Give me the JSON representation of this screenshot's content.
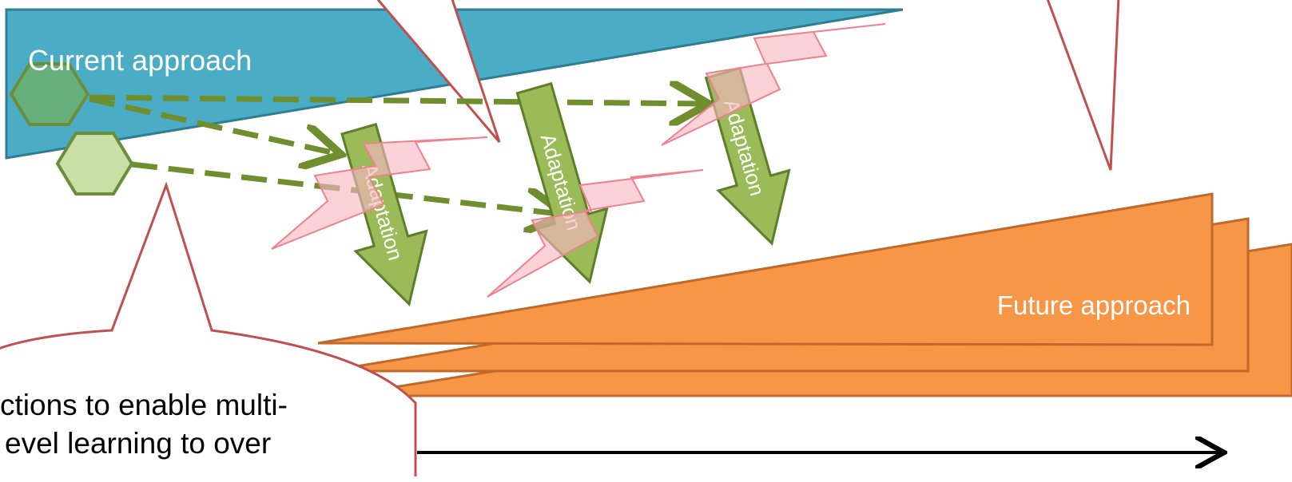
{
  "labels": {
    "current_approach": "Current approach",
    "future_approach": "Future approach",
    "adaptation": "Adaptation",
    "callout_line1": "ctions to enable multi-",
    "callout_line2": "evel learning to over"
  },
  "colors": {
    "current_fill": "#4BACC6",
    "current_stroke": "#2E7D93",
    "future_fill": "#F79646",
    "future_stroke": "#C0692A",
    "hex_dark_fill": "#6AAF72",
    "hex_light_fill": "#C9DFA6",
    "hex_stroke": "#6A8F3A",
    "dash_arrow": "#6F8F2E",
    "adaptation_fill": "#9BBB59",
    "adaptation_stroke": "#5E7F2A",
    "lightning_fill": "#F9B6C0",
    "lightning_stroke": "#F08090",
    "callout_stroke": "#C0504D",
    "axis": "#000000"
  }
}
